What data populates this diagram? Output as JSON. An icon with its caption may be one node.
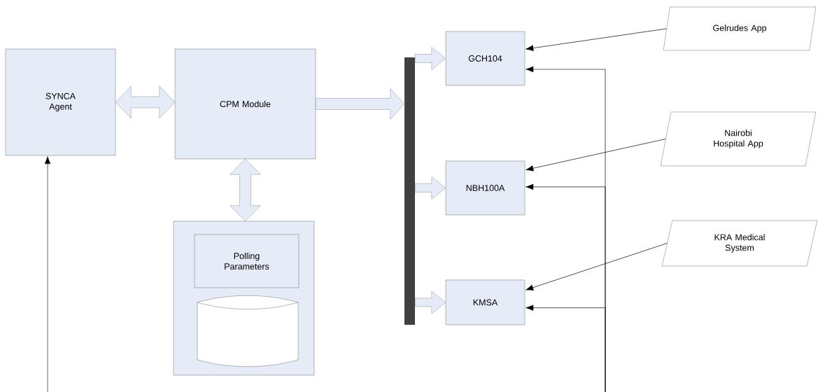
{
  "diagram": {
    "nodes": [
      {
        "text": [
          "SYNCA Agent"
        ]
      },
      {
        "text": [
          "CPM Module"
        ]
      },
      {
        "text": [],
        "shape": "box"
      },
      {
        "text": [
          "Polling Parameters"
        ],
        "in": 2
      },
      {
        "text": [],
        "shape": "cylinder",
        "in": 2
      },
      {
        "text": [],
        "shape": "bar"
      },
      {
        "text": [
          "GCH104"
        ]
      },
      {
        "text": [
          "NBH100A"
        ]
      },
      {
        "text": [
          "KMSA"
        ]
      },
      {
        "text": [
          "Gelrudes App"
        ]
      },
      {
        "text": [
          "Nairobi Hospital App"
        ]
      },
      {
        "text": [
          "KRA Medical System"
        ]
      }
    ],
    "edges": [
      {
        "from": 0,
        "to": 1,
        "arrow": "both",
        "style": "thick",
        "color": "#e6ecf7"
      },
      {
        "from": 1,
        "to": 2,
        "arrow": "both",
        "style": "thick",
        "color": "#e6ecf7"
      },
      {
        "from": 1,
        "to": 5,
        "arrow": "to",
        "style": "thick",
        "color": "#e6ecf7"
      },
      {
        "from": 5,
        "to": 6,
        "arrow": "to",
        "style": "thick",
        "color": "#e6ecf7"
      },
      {
        "from": 5,
        "to": 7,
        "arrow": "to",
        "style": "thick",
        "color": "#e6ecf7"
      },
      {
        "from": 5,
        "to": 8,
        "arrow": "to",
        "style": "thick",
        "color": "#e6ecf7"
      },
      {
        "from": 9,
        "to": 6,
        "arrow": "to"
      },
      {
        "from": 10,
        "to": 7,
        "arrow": "to"
      },
      {
        "from": 11,
        "to": 8,
        "arrow": "to"
      },
      {
        "from": null,
        "to": 0,
        "arrow": "to"
      },
      {
        "from": null,
        "to": 6,
        "arrow": "to"
      },
      {
        "from": null,
        "to": 7,
        "arrow": "to"
      },
      {
        "from": null,
        "to": 8,
        "arrow": "to"
      }
    ]
  }
}
